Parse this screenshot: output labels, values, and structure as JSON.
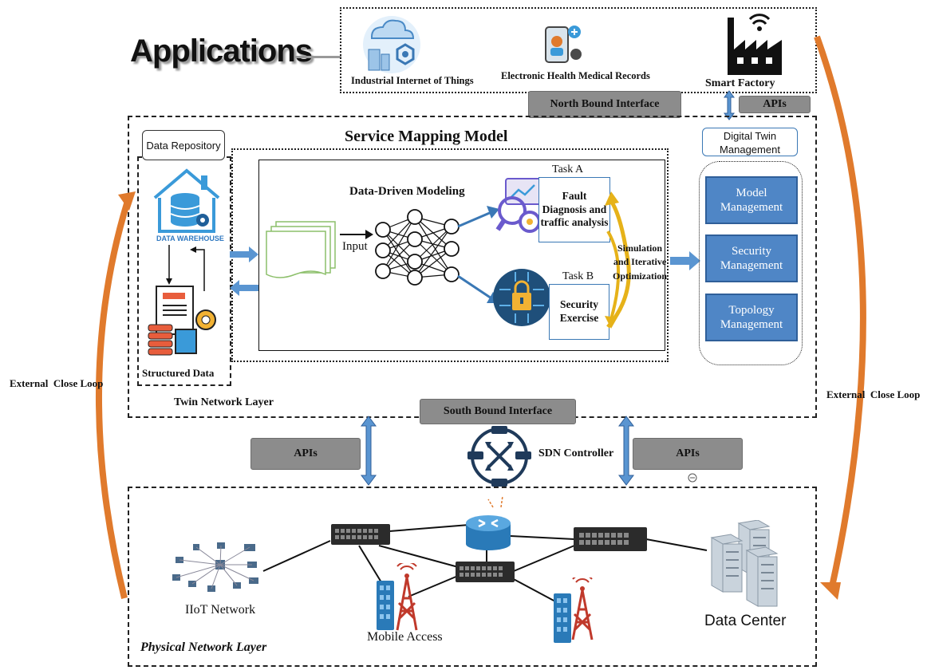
{
  "applications": {
    "title": "Applications",
    "items": [
      {
        "label": "Industrial Internet of Things",
        "icon": "iiot-icon"
      },
      {
        "label": "Electronic Health Medical Records",
        "icon": "health-records-icon"
      },
      {
        "label": "Smart Factory",
        "icon": "factory-icon"
      }
    ]
  },
  "interfaces": {
    "north": "North Bound Interface",
    "south": "South Bound Interface",
    "apis_top": "APIs",
    "apis_left": "APIs",
    "apis_right": "APIs"
  },
  "twin_layer": {
    "label": "Twin Network Layer",
    "service_mapping": "Service Mapping Model",
    "data_repository": "Data Repository",
    "data_warehouse": "DATA WAREHOUSE",
    "structured_data": "Structured Data",
    "data_driven": "Data-Driven Modeling",
    "input": "Input",
    "task_a_title": "Task A",
    "task_a_text": "Fault Diagnosis and traffic analysis",
    "task_b_title": "Task B",
    "task_b_text": "Security Exercise",
    "simulation": "Simulation and Iterative Optimization"
  },
  "dt_management": {
    "title": "Digital Twin Management",
    "items": [
      "Model Management",
      "Security Management",
      "Topology Management"
    ]
  },
  "sdn": {
    "label": "SDN Controller"
  },
  "physical": {
    "label": "Physical Network Layer",
    "iiot": "IIoT Network",
    "mobile": "Mobile Access",
    "datacenter": "Data Center"
  },
  "loops": {
    "left": "External  Close Loop",
    "right": "External  Close Loop"
  },
  "colors": {
    "blue": "#4f86c6",
    "orange": "#e07a2c",
    "gray": "#8c8c8c"
  }
}
